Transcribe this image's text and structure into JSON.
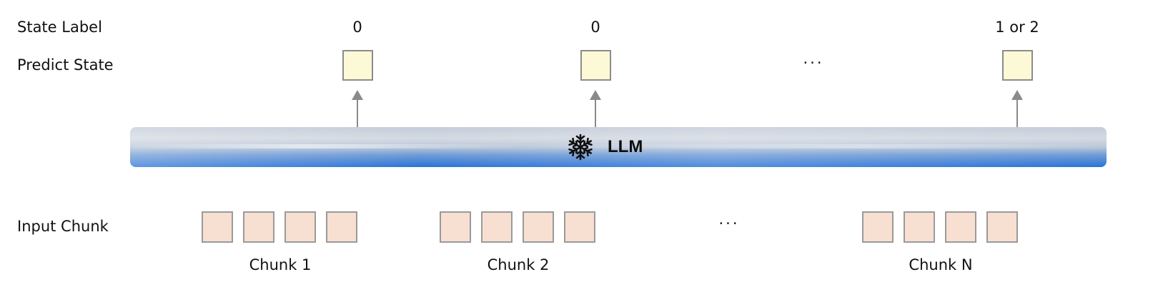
{
  "labels": {
    "state_label": "State Label",
    "predict_state": "Predict State",
    "input_chunk": "Input Chunk"
  },
  "state_values": [
    "0",
    "0",
    "1 or 2"
  ],
  "ellipsis": "···",
  "llm": {
    "label": "LLM",
    "icon": "snowflake-icon"
  },
  "chunks": [
    "Chunk 1",
    "Chunk 2",
    "Chunk N"
  ],
  "colors": {
    "predict_box_fill": "#fdf9d6",
    "chunk_box_fill": "#f7dfd1",
    "box_border": "#8c8c8c",
    "arrow": "#8a8a8a",
    "llm_bar_blue": "#2a73d6"
  }
}
